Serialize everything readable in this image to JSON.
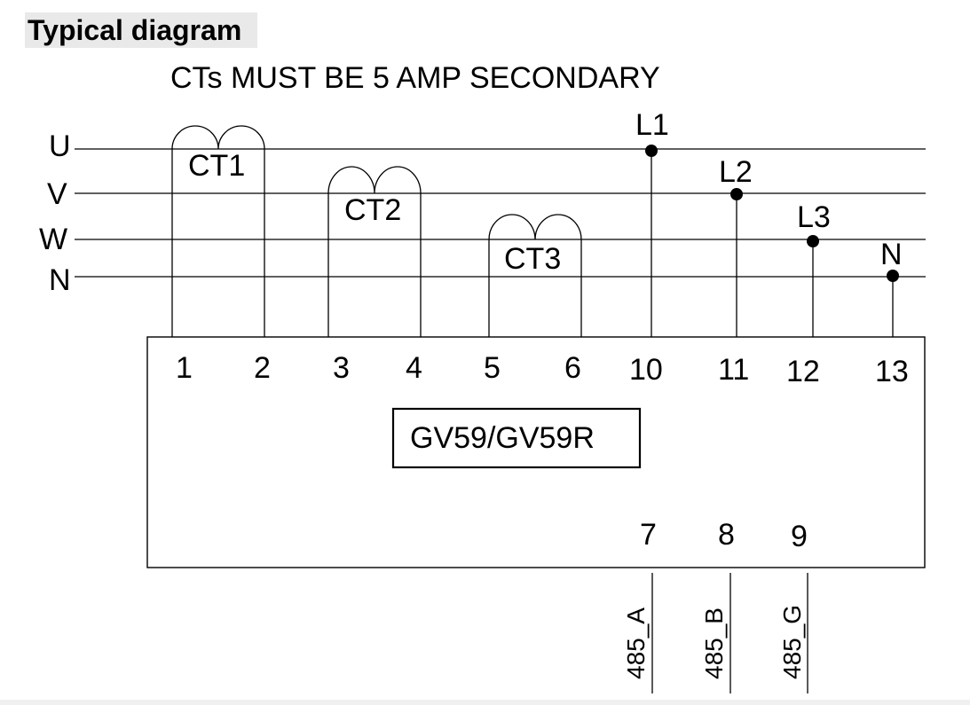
{
  "heading": "Typical diagram",
  "note": "CTs MUST BE 5 AMP SECONDARY",
  "bus_labels": [
    "U",
    "V",
    "W",
    "N"
  ],
  "ct_labels": [
    "CT1",
    "CT2",
    "CT3"
  ],
  "voltage_labels": [
    "L1",
    "L2",
    "L3",
    "N"
  ],
  "terminals_top": [
    "1",
    "2",
    "3",
    "4",
    "5",
    "6",
    "10",
    "11",
    "12",
    "13"
  ],
  "terminals_bottom": [
    "7",
    "8",
    "9"
  ],
  "device_model": "GV59/GV59R",
  "rs485_labels": [
    "485_A",
    "485_B",
    "485_G"
  ]
}
